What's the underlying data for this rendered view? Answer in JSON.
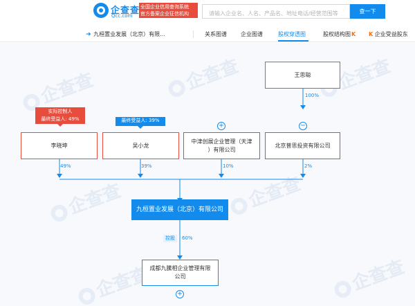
{
  "header": {
    "logo_cn": "企查查",
    "logo_en": "Qcc.com",
    "slogan_line1": "全国企业信用查询系统",
    "slogan_line2": "官方备案企业征信机构",
    "search_placeholder": "请输入企业名、人名、产品名、地址电话/经营范围等",
    "search_button": "查一下"
  },
  "nav": {
    "company_name": "九桓置业发展（北京）有限...",
    "tabs": [
      {
        "label": "关系图谱"
      },
      {
        "label": "企业图谱"
      },
      {
        "label": "股权穿透图"
      },
      {
        "label": "股权结构图"
      },
      {
        "label": "企业受益股东"
      }
    ],
    "vip_icon": "vip-badge-icon",
    "active_tab": "股权穿透图"
  },
  "graph": {
    "top_holder": {
      "name": "王思聪",
      "percent": "100%"
    },
    "shareholders": [
      {
        "name": "李晓坤",
        "tag_line1": "实际控制人",
        "tag_line2": "最终受益人: 49%",
        "percent": "49%",
        "tag_color": "#e74c3c"
      },
      {
        "name": "吴小龙",
        "tag_line1": "最终受益人: 39%",
        "tag_line2": "",
        "percent": "39%",
        "tag_color": "#128bed"
      },
      {
        "name_line1": "中津创展企业管理（天津",
        "name_line2": "）有限公司",
        "percent": "10%",
        "toggle": "+"
      },
      {
        "name": "北京普思投资有限公司",
        "percent": "2%",
        "toggle": "−"
      }
    ],
    "main_company": "九桓置业发展（北京）有限公司",
    "subsidiary": {
      "name_line1": "成都九騰相企业管理有限",
      "name_line2": "公司",
      "kg_label": "控股",
      "percent": "60%",
      "toggle": "+"
    },
    "watermark_text": "企查查",
    "colors": {
      "accent": "#128bed",
      "red": "#e74c3c"
    }
  }
}
